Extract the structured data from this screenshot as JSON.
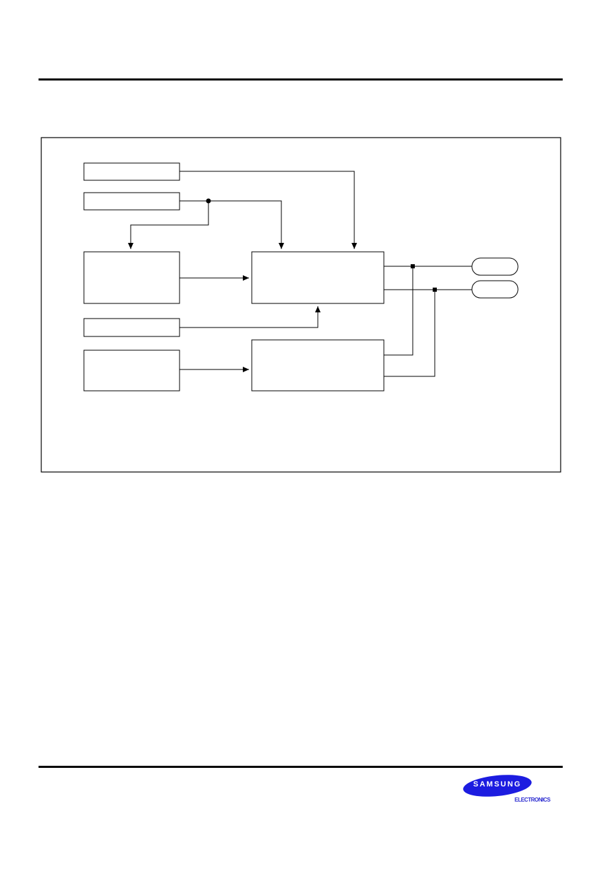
{
  "header": {
    "rule": "top-rule"
  },
  "diagram": {
    "blocks": [
      {
        "id": "block-top-1",
        "label": ""
      },
      {
        "id": "block-top-2",
        "label": ""
      },
      {
        "id": "block-left-large",
        "label": ""
      },
      {
        "id": "block-center-upper",
        "label": ""
      },
      {
        "id": "block-left-small",
        "label": ""
      },
      {
        "id": "block-left-bottom",
        "label": ""
      },
      {
        "id": "block-center-lower",
        "label": ""
      }
    ],
    "pins": [
      {
        "id": "pin-upper",
        "label": ""
      },
      {
        "id": "pin-lower",
        "label": ""
      }
    ]
  },
  "footer": {
    "logo_text": "SAMSUNG",
    "logo_sub": "ELECTRONICS",
    "logo_color": "#1c1ce0"
  }
}
